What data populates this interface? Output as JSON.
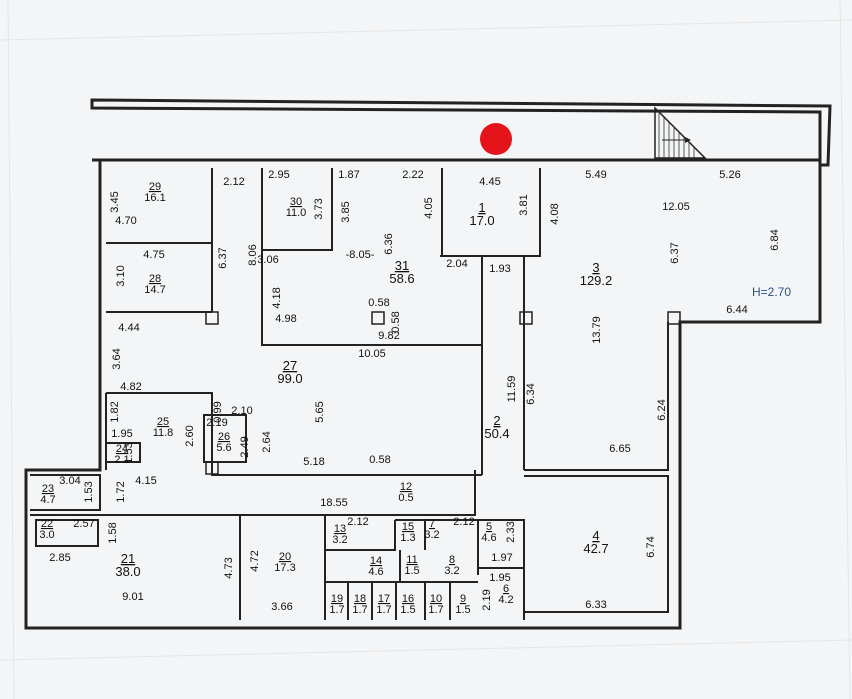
{
  "ceiling_height": "H=2.70",
  "colors": {
    "marker": "#e5141b",
    "ink": "#111111",
    "accent_text": "#2d4f8e",
    "paper": "#f4f5f6"
  },
  "marker_icon": "location-dot-icon",
  "rooms": [
    {
      "num": "1",
      "area": "17.0"
    },
    {
      "num": "2",
      "area": "50.4"
    },
    {
      "num": "3",
      "area": "129.2"
    },
    {
      "num": "4",
      "area": "42.7"
    },
    {
      "num": "5",
      "area": "4.6"
    },
    {
      "num": "6",
      "area": "4.2"
    },
    {
      "num": "7",
      "area": "3.2"
    },
    {
      "num": "8",
      "area": "3.2"
    },
    {
      "num": "9",
      "area": "1.5"
    },
    {
      "num": "10",
      "area": "1.7"
    },
    {
      "num": "11",
      "area": "1.5"
    },
    {
      "num": "12",
      "area": "0.5"
    },
    {
      "num": "13",
      "area": "3.2"
    },
    {
      "num": "14",
      "area": "4.6"
    },
    {
      "num": "15",
      "area": "1.3"
    },
    {
      "num": "16",
      "area": "1.5"
    },
    {
      "num": "17",
      "area": "1.7"
    },
    {
      "num": "18",
      "area": "1.7"
    },
    {
      "num": "19",
      "area": "1.7"
    },
    {
      "num": "20",
      "area": "17.3"
    },
    {
      "num": "21",
      "area": "38.0"
    },
    {
      "num": "22",
      "area": "3.0"
    },
    {
      "num": "23",
      "area": "4.7"
    },
    {
      "num": "24",
      "area": "2.1"
    },
    {
      "num": "25",
      "area": "11.8"
    },
    {
      "num": "26",
      "area": "5.6"
    },
    {
      "num": "27",
      "area": "99.0"
    },
    {
      "num": "28",
      "area": "14.7"
    },
    {
      "num": "29",
      "area": "16.1"
    },
    {
      "num": "30",
      "area": "11.0"
    },
    {
      "num": "31",
      "area": "58.6"
    }
  ],
  "dimensions": [
    "3.45",
    "4.70",
    "2.12",
    "6.37",
    "4.75",
    "3.10",
    "2.95",
    "3.73",
    "1.87",
    "3.85",
    "2.22",
    "-8.05-",
    "6.36",
    "4.05",
    "8.06",
    "3.06",
    "4.18",
    "4.98",
    "0.58",
    "0.58",
    "9.82",
    "4.45",
    "3.81",
    "2.04",
    "1.93",
    "5.49",
    "4.08",
    "12.05",
    "5.26",
    "6.37",
    "6.84",
    "6.44",
    "13.79",
    "4.44",
    "3.64",
    "10.05",
    "4.82",
    "0.99",
    "1.82",
    "2.10",
    "2.19",
    "2.49",
    "2.60",
    "1.95",
    "1.53",
    "2.64",
    "5.65",
    "5.18",
    "0.58",
    "11.59",
    "6.34",
    "6.24",
    "6.65",
    "3.04",
    "1.53",
    "1.72",
    "4.15",
    "18.55",
    "2.57",
    "2.85",
    "1.58",
    "2.12",
    "2.12",
    "2.33",
    "1.97",
    "6.74",
    "4.73",
    "9.01",
    "4.72",
    "3.66",
    "1.95",
    "2.19",
    "6.33"
  ]
}
